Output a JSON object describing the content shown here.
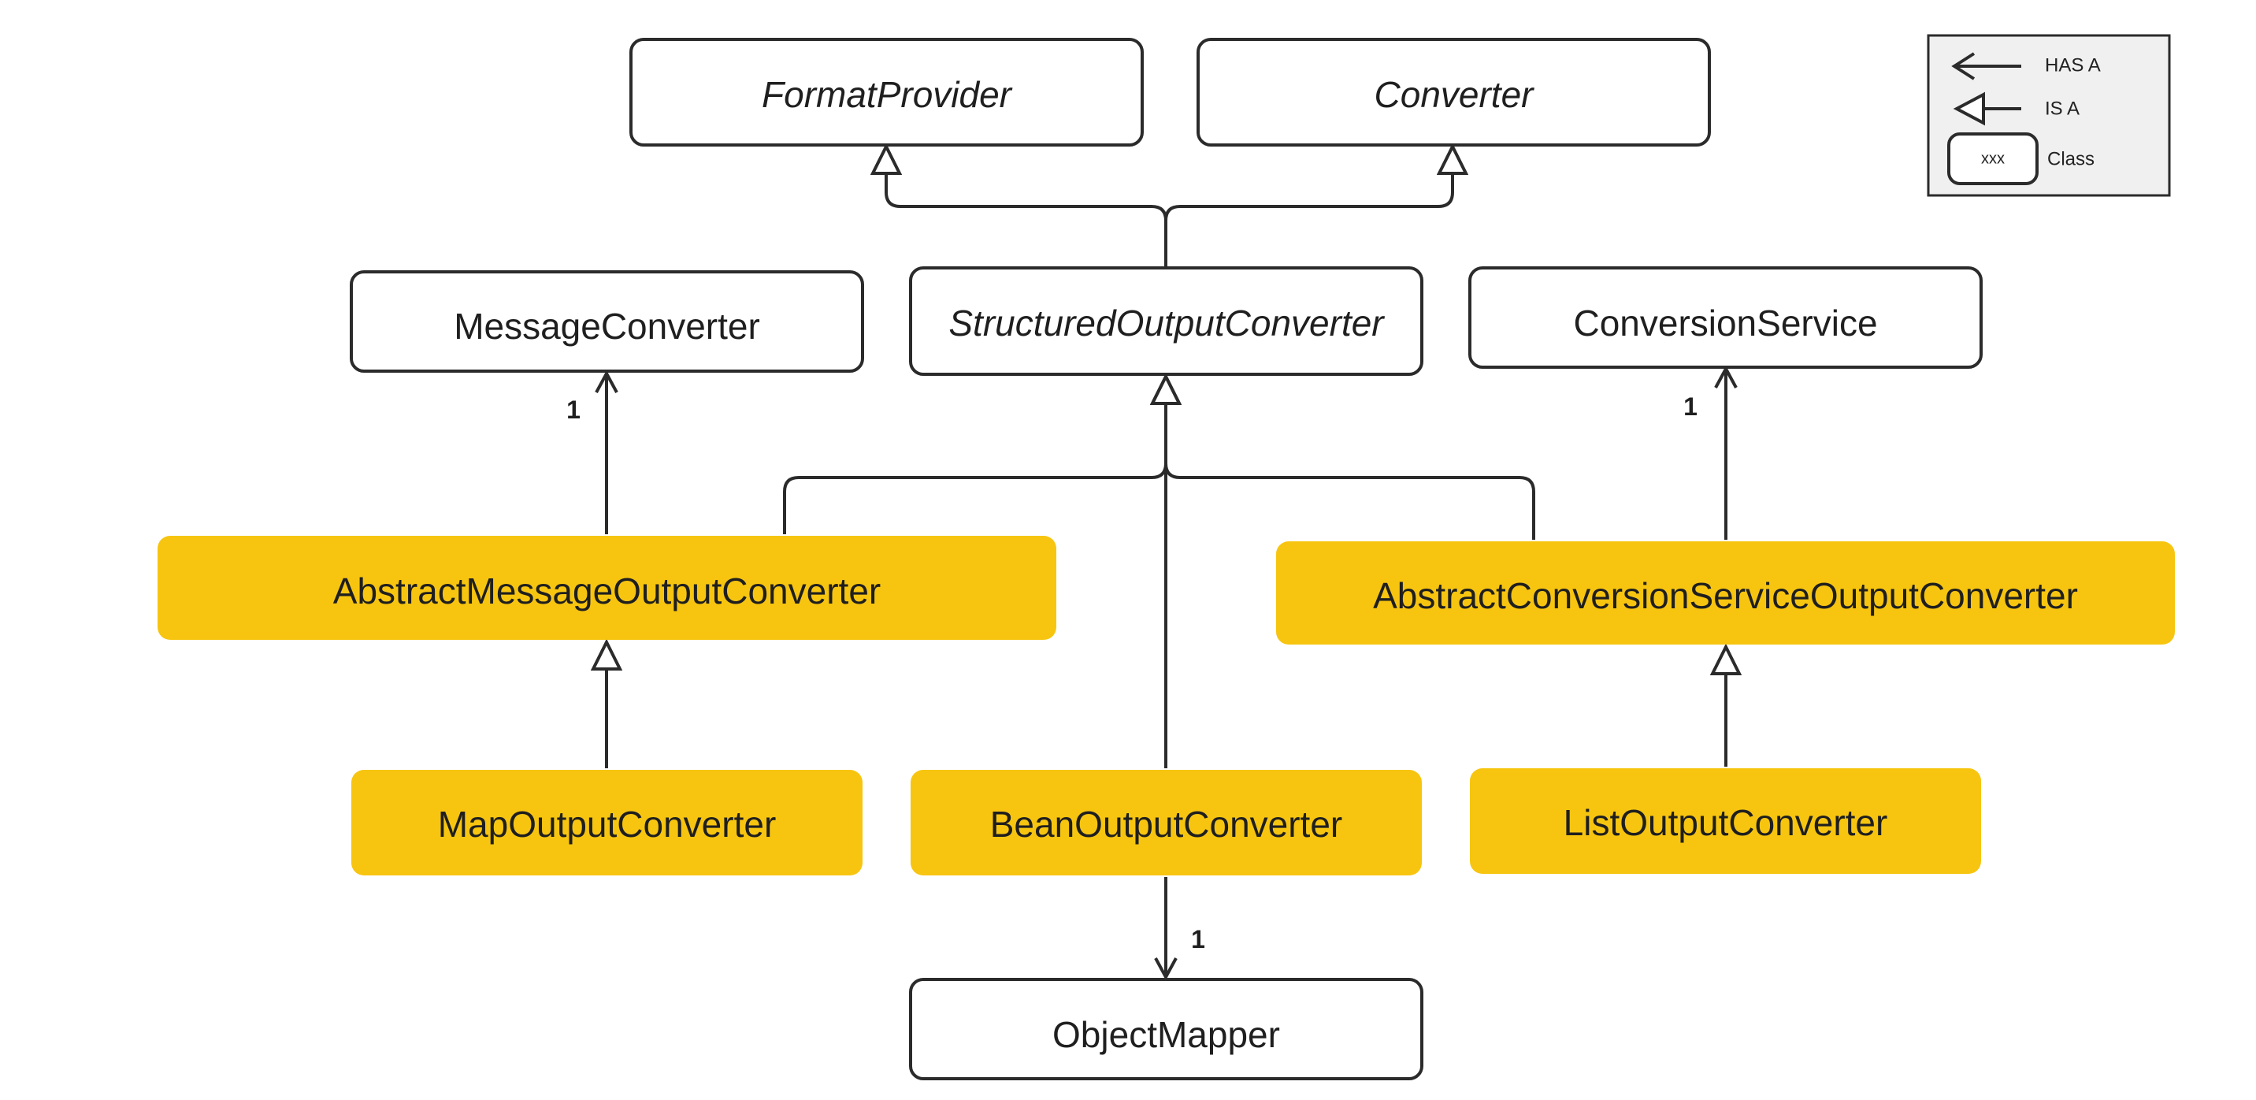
{
  "colors": {
    "abstract_fill": "#ffffff",
    "concrete_fill": "#f7c510",
    "stroke": "#2b2b2b",
    "legend_bg": "#f0f0f0"
  },
  "boxes": {
    "format_provider": {
      "label": "FormatProvider",
      "italic": true,
      "kind": "interface"
    },
    "converter": {
      "label": "Converter",
      "italic": true,
      "kind": "interface"
    },
    "message_converter": {
      "label": "MessageConverter",
      "italic": false,
      "kind": "interface"
    },
    "structured_output_converter": {
      "label": "StructuredOutputConverter",
      "italic": true,
      "kind": "interface"
    },
    "conversion_service": {
      "label": "ConversionService",
      "italic": false,
      "kind": "interface"
    },
    "abstract_message_output_converter": {
      "label": "AbstractMessageOutputConverter",
      "italic": false,
      "kind": "class"
    },
    "abstract_conversion_service_output_converter": {
      "label": "AbstractConversionServiceOutputConverter",
      "italic": false,
      "kind": "class"
    },
    "map_output_converter": {
      "label": "MapOutputConverter",
      "italic": false,
      "kind": "class"
    },
    "bean_output_converter": {
      "label": "BeanOutputConverter",
      "italic": false,
      "kind": "class"
    },
    "list_output_converter": {
      "label": "ListOutputConverter",
      "italic": false,
      "kind": "class"
    },
    "object_mapper": {
      "label": "ObjectMapper",
      "italic": false,
      "kind": "interface"
    }
  },
  "relations": [
    {
      "from": "structured_output_converter",
      "to": "format_provider",
      "type": "is-a"
    },
    {
      "from": "structured_output_converter",
      "to": "converter",
      "type": "is-a"
    },
    {
      "from": "abstract_message_output_converter",
      "to": "structured_output_converter",
      "type": "is-a"
    },
    {
      "from": "bean_output_converter",
      "to": "structured_output_converter",
      "type": "is-a"
    },
    {
      "from": "abstract_conversion_service_output_converter",
      "to": "structured_output_converter",
      "type": "is-a"
    },
    {
      "from": "abstract_message_output_converter",
      "to": "message_converter",
      "type": "has-a",
      "multiplicity": "1"
    },
    {
      "from": "abstract_conversion_service_output_converter",
      "to": "conversion_service",
      "type": "has-a",
      "multiplicity": "1"
    },
    {
      "from": "map_output_converter",
      "to": "abstract_message_output_converter",
      "type": "is-a"
    },
    {
      "from": "list_output_converter",
      "to": "abstract_conversion_service_output_converter",
      "type": "is-a"
    },
    {
      "from": "bean_output_converter",
      "to": "object_mapper",
      "type": "has-a",
      "multiplicity": "1"
    }
  ],
  "legend": {
    "has_a_label": "HAS A",
    "is_a_label": "IS A",
    "class_sample": "xxx",
    "class_label": "Class"
  }
}
